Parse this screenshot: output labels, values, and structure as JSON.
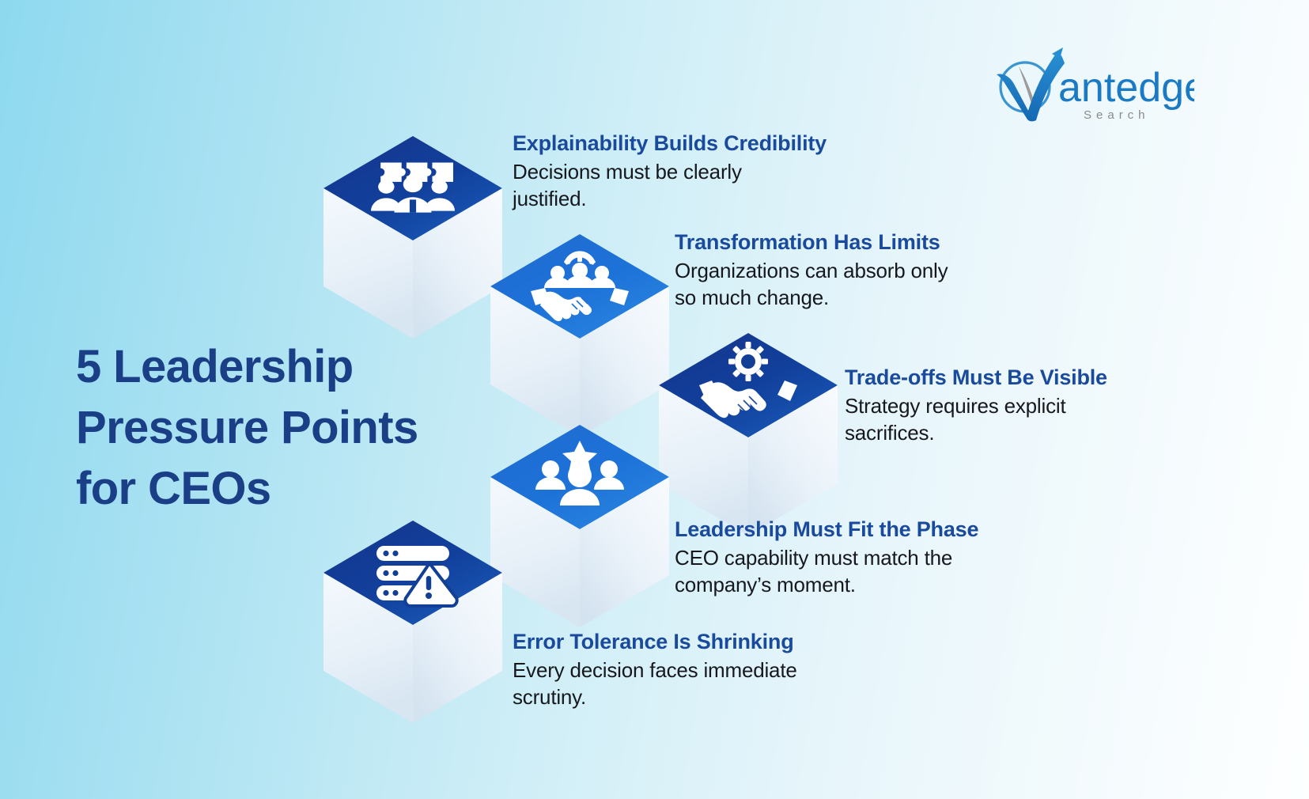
{
  "brand": {
    "name": "Vantedge",
    "tagline": "S e a r c h",
    "logo_icon": "checkmark-swoosh-icon",
    "colors": {
      "mark": "#1b7ac4",
      "swoosh": "#9a9a9a",
      "wordmark": "#1b7ac4",
      "tagline": "#8a8a8a"
    }
  },
  "title": {
    "lines": [
      "5 Leadership",
      "Pressure Points",
      "for CEOs"
    ],
    "color": "#1a3f86"
  },
  "theme": {
    "background_left": "#8ed9ef",
    "background_right": "#fdffff",
    "heading_blue": "#1a4a9c",
    "body_black": "#16181d",
    "cube_top_dark": "#123f96",
    "cube_top_bright": "#1c6fd4",
    "cube_face_light": "#eef5fb",
    "cube_face_shadow": "#dbe8f3"
  },
  "points": [
    {
      "index": 1,
      "heading": "Explainability Builds Credibility",
      "body_lines": [
        "Decisions must be clearly",
        "justified."
      ],
      "icon": "team-puzzle-collaboration-icon",
      "cube_top_color": "#123f96"
    },
    {
      "index": 2,
      "heading": "Transformation Has Limits",
      "body_lines": [
        "Organizations can absorb only",
        "so much change."
      ],
      "icon": "handshake-people-gear-icon",
      "cube_top_color": "#1c6fd4"
    },
    {
      "index": 3,
      "heading": "Trade-offs Must Be Visible",
      "body_lines": [
        "Strategy requires explicit",
        "sacrifices."
      ],
      "icon": "gear-handshake-icon",
      "cube_top_color": "#123f96"
    },
    {
      "index": 4,
      "heading": "Leadership Must Fit the Phase",
      "body_lines": [
        "CEO capability must match the",
        "company’s moment."
      ],
      "icon": "people-star-leadership-icon",
      "cube_top_color": "#1c6fd4"
    },
    {
      "index": 5,
      "heading": "Error Tolerance Is Shrinking",
      "body_lines": [
        "Every decision faces immediate",
        "scrutiny."
      ],
      "icon": "server-warning-icon",
      "cube_top_color": "#123f96"
    }
  ]
}
